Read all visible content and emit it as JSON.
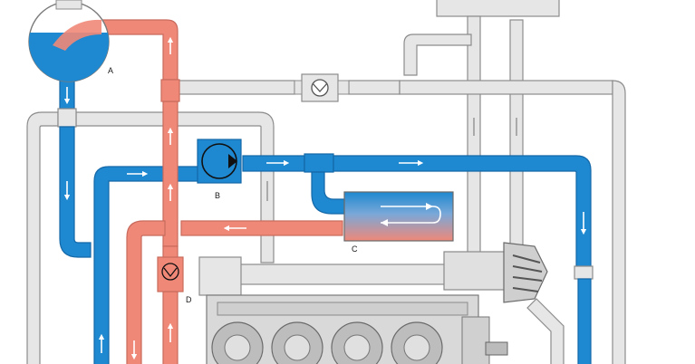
{
  "diagram": {
    "labels": {
      "a": "A",
      "b": "B",
      "c": "C",
      "d": "D"
    },
    "components": {
      "a": "expansion-tank",
      "b": "coolant-pump",
      "c": "heat-exchanger",
      "d": "check-valve"
    },
    "colors": {
      "hot": "#f08878",
      "hot_edge": "#c86a5c",
      "cold": "#1e88d0",
      "cold_edge": "#1468a8",
      "neutral": "#e6e6e6",
      "neutral_edge": "#8c8c8c",
      "arrow": "#ffffff",
      "engine": "#d9d9d9",
      "engine_edge": "#7a7a7a"
    }
  }
}
